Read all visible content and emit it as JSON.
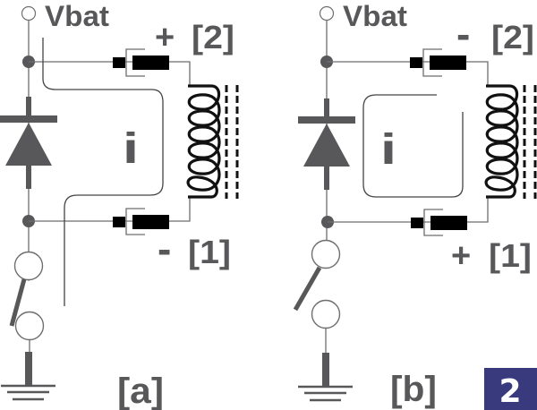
{
  "figure": {
    "badge_number": "2",
    "colors": {
      "ink": "#58585a",
      "wire": "#6e6e70",
      "coil": "#111111",
      "connector": "#000000",
      "badge_bg": "#393a7e",
      "badge_fg": "#ffffff"
    }
  },
  "circuit_a": {
    "supply_label": "Vbat",
    "current_label": "i",
    "top_terminal_polarity": "+",
    "top_terminal_label": "[2]",
    "bottom_terminal_polarity": "-",
    "bottom_terminal_label": "[1]",
    "panel_label": "[a]"
  },
  "circuit_b": {
    "supply_label": "Vbat",
    "current_label": "i",
    "top_terminal_polarity": "-",
    "top_terminal_label": "[2]",
    "bottom_terminal_polarity": "+",
    "bottom_terminal_label": "[1]",
    "panel_label": "[b]"
  }
}
